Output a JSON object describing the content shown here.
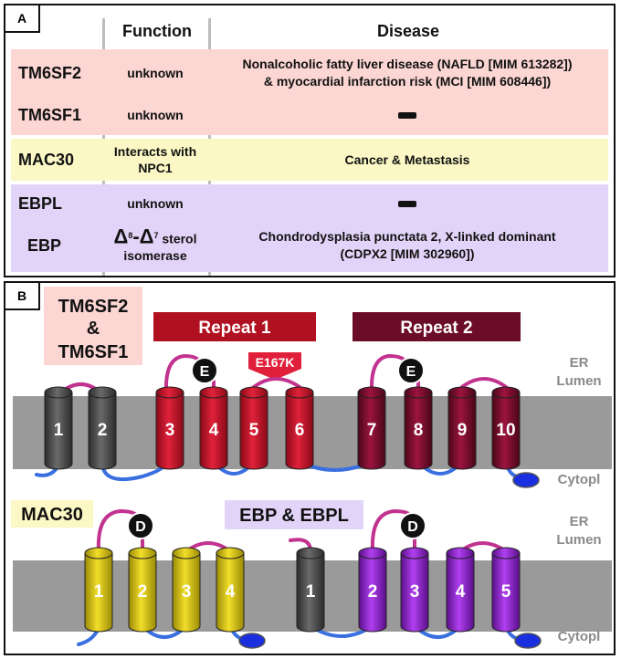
{
  "panel_a": {
    "label": "A",
    "headers": {
      "function": "Function",
      "disease": "Disease"
    },
    "rows": [
      {
        "name": "TM6SF2",
        "function": "unknown",
        "disease_line1": "Nonalcoholic fatty liver disease (NAFLD [MIM 613282])",
        "disease_line2": "& myocardial infarction risk (MCI [MIM 608446])"
      },
      {
        "name": "TM6SF1",
        "function": "unknown",
        "disease_line1": "",
        "disease_line2": ""
      },
      {
        "name": "MAC30",
        "function_line1": "Interacts with",
        "function_line2": "NPC1",
        "disease_line1": "Cancer & Metastasis"
      },
      {
        "name": "EBPL",
        "function": "unknown",
        "disease_line1": "",
        "disease_line2": ""
      },
      {
        "name": "EBP",
        "function_line1_pre": "Δ",
        "function_sup1": "8",
        "function_mid": "-Δ",
        "function_sup2": "7",
        "function_line1_post": "sterol",
        "function_line2": "isomerase",
        "disease_line1": "Chondrodysplasia punctata 2, X-linked dominant",
        "disease_line2": "(CDPX2 [MIM 302960])"
      }
    ],
    "colors": {
      "tm6": "#fbd6d3",
      "mac30": "#fbf8c5",
      "ebp": "#e2d4f8"
    }
  },
  "panel_b": {
    "label": "B",
    "top_protein_line1": "TM6SF2",
    "top_protein_line2": "&",
    "top_protein_line3": "TM6SF1",
    "repeat1": "Repeat 1",
    "repeat2": "Repeat 2",
    "mutation": "E167K",
    "er_line1": "ER",
    "er_line2": "Lumen",
    "cytopl_top": "Cytopl",
    "cytopl_bottom": "Cytopl",
    "residue_e": "E",
    "residue_d": "D",
    "mac30_label": "MAC30",
    "ebp_label": "EBP & EBPL",
    "top_helices": [
      "1",
      "2",
      "3",
      "4",
      "5",
      "6",
      "7",
      "8",
      "9",
      "10"
    ],
    "mac30_helices": [
      "1",
      "2",
      "3",
      "4"
    ],
    "ebp_helices": [
      "1",
      "2",
      "3",
      "4",
      "5"
    ],
    "colors": {
      "membrane": "#9a9a9a",
      "gray_helix": "#4a4a4a",
      "red_helix": "#c0162a",
      "maroon_helix": "#7a0f2e",
      "yellow_helix": "#d9c21a",
      "purple_helix": "#8a1fc9",
      "loop_magenta": "#c2328f",
      "loop_blue": "#3a6fe0",
      "repeat1_bar": "#b0101f",
      "repeat2_bar": "#6b0c29"
    }
  }
}
